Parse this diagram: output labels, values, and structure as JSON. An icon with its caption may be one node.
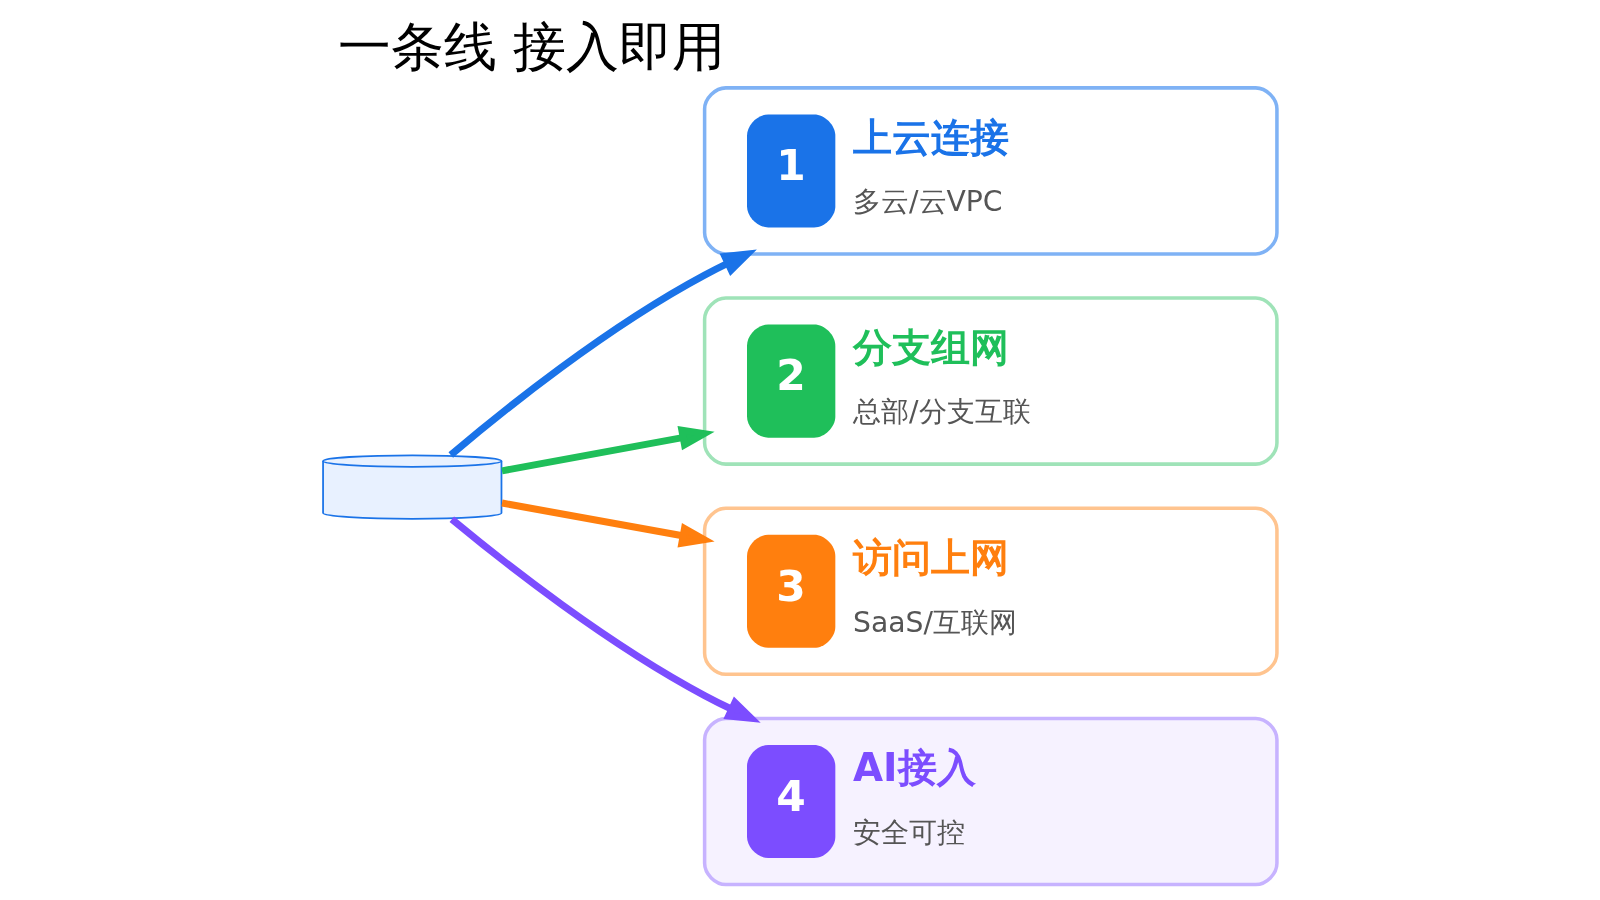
{
  "diagram": {
    "title": "一条线 接入即用",
    "nodes": [
      {
        "text": [],
        "shape": "picture"
      },
      {
        "text": [
          "1",
          "上云连接",
          "多云/云VPC"
        ]
      },
      {
        "text": [
          "2",
          "分支组网",
          "总部/分支互联"
        ]
      },
      {
        "text": [
          "3",
          "访问上网",
          "SaaS/互联网"
        ]
      },
      {
        "text": [
          "4",
          "AI接入",
          "安全可控"
        ]
      }
    ],
    "edges": [
      {
        "from": 0,
        "to": 1,
        "arrow": "to",
        "color": "#1a73e8"
      },
      {
        "from": 0,
        "to": 2,
        "arrow": "to",
        "color": "#1fbf5a"
      },
      {
        "from": 0,
        "to": 3,
        "arrow": "to",
        "color": "#ff7f0e"
      },
      {
        "from": 0,
        "to": 4,
        "arrow": "to",
        "color": "#7c4dff"
      }
    ]
  }
}
